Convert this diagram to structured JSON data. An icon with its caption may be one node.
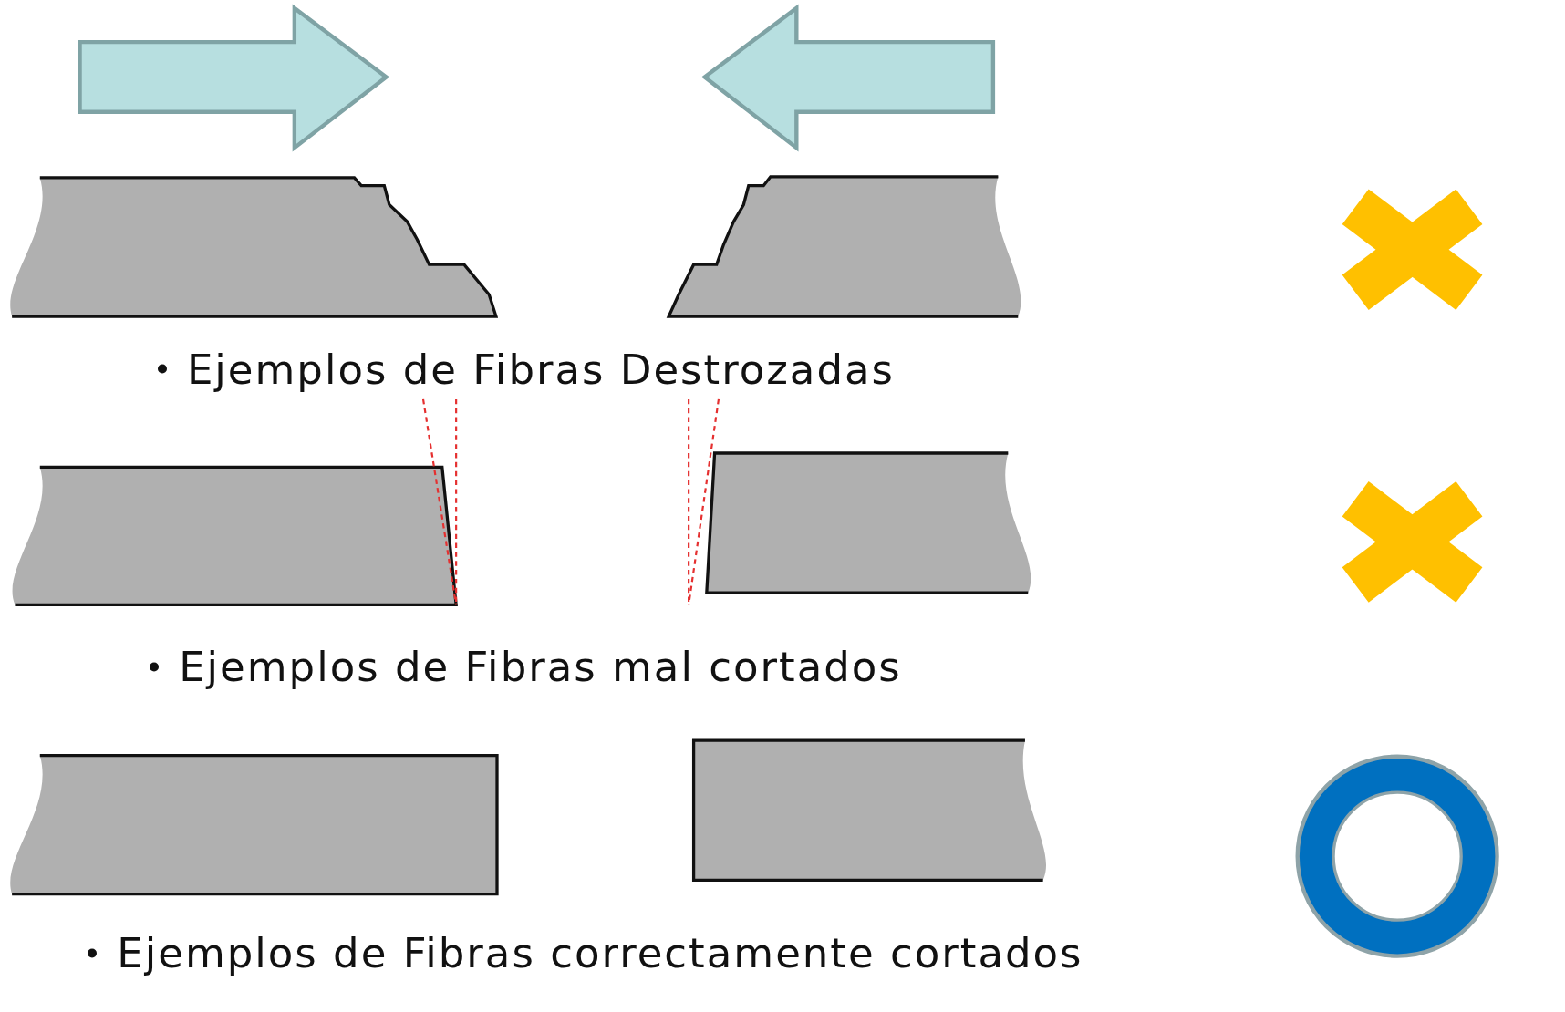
{
  "diagram": {
    "labels": [
      "Ejemplos de Fibras Destrozadas",
      "Ejemplos de Fibras mal cortados",
      "Ejemplos de Fibras correctamente cortados"
    ]
  }
}
